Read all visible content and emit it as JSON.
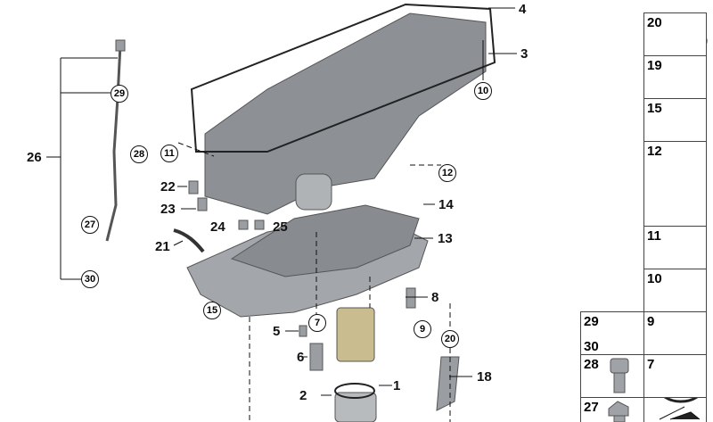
{
  "callouts": {
    "p1": "1",
    "p2": "2",
    "p3": "3",
    "p4": "4",
    "p5": "5",
    "p6": "6",
    "p7": "7",
    "p8": "8",
    "p9": "9",
    "p10": "10",
    "p11": "11",
    "p12": "12",
    "p13": "13",
    "p14": "14",
    "p15": "15",
    "p18": "18",
    "p20": "20",
    "p21": "21",
    "p22": "22",
    "p23": "23",
    "p24": "24",
    "p25": "25",
    "p26": "26",
    "p27": "27",
    "p28": "28",
    "p29": "29",
    "p30": "30"
  },
  "parts_table": {
    "right": [
      "20",
      "19",
      "15",
      "12",
      "11",
      "10",
      "9",
      "7",
      ""
    ],
    "left": [
      "29",
      "30",
      "28",
      "27"
    ]
  }
}
